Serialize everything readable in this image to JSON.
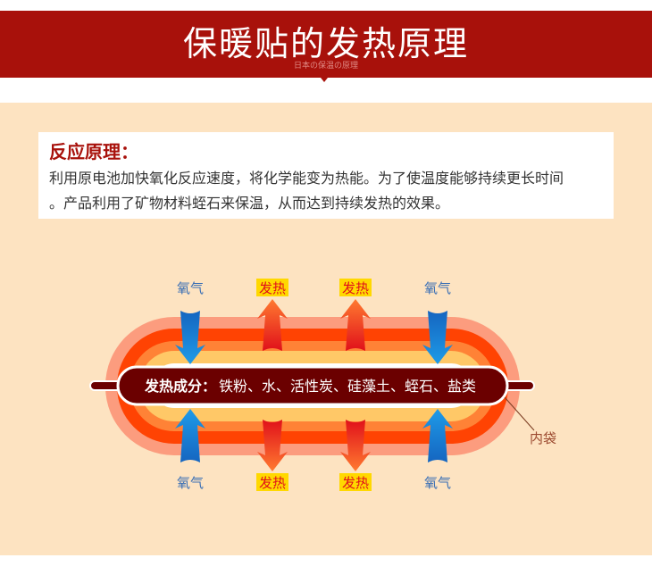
{
  "header": {
    "title": "保暖贴的发热原理",
    "subtitle": "日本の保温の原理"
  },
  "principle": {
    "heading": "反应原理：",
    "line1": "利用原电池加快氧化反应速度，将化学能变为热能。为了使温度能够持续更长时间",
    "line2": "。产品利用了矿物材料蛭石来保温，从而达到持续发热的效果。"
  },
  "diagram": {
    "oxygen": "氧气",
    "heat": "发热",
    "ingredients_label": "发热成分：",
    "ingredients": "铁粉、水、活性炭、硅藻土、蛭石、盐类",
    "inner_bag": "内袋"
  },
  "colors": {
    "brand": "#a8110b",
    "oxygen": "#1a6fc9",
    "heat_bg": "#ffd800"
  }
}
